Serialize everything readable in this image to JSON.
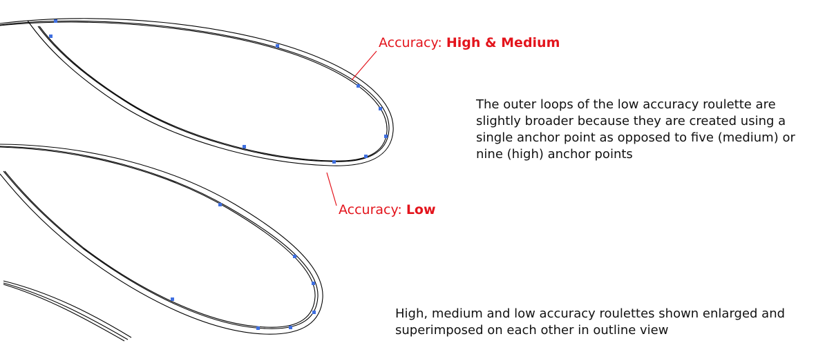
{
  "labels": {
    "high_medium": {
      "prefix": "Accuracy: ",
      "value": "High & Medium"
    },
    "low": {
      "prefix": "Accuracy: ",
      "value": "Low"
    }
  },
  "notes": {
    "loops_explanation": "The outer loops of the low accuracy roulette are slightly broader because they are created using a single anchor point as opposed to five (medium) or nine (high) anchor points",
    "caption": "High, medium and low accuracy roulettes shown enlarged and superimposed on each other in outline view"
  },
  "colors": {
    "annotation": "#e3141c",
    "anchor_point": "#3f6fe0",
    "curve": "#000000",
    "text": "#111111"
  }
}
